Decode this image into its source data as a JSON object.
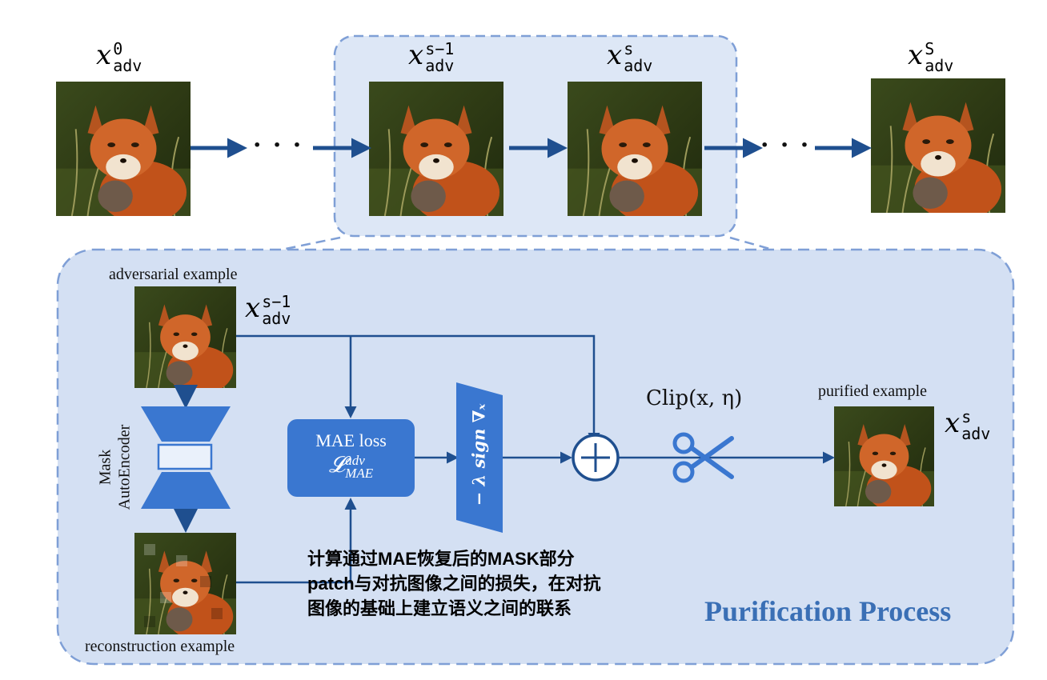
{
  "top_sequence": {
    "labels": [
      {
        "base": "x",
        "sup": "0",
        "sub": "adv"
      },
      {
        "base": "x",
        "sup": "s−1",
        "sub": "adv"
      },
      {
        "base": "x",
        "sup": "s",
        "sub": "adv"
      },
      {
        "base": "x",
        "sup": "S",
        "sub": "adv"
      }
    ],
    "ellipsis": "· · ·"
  },
  "process": {
    "title": "Purification Process",
    "adversarial_caption": "adversarial example",
    "reconstruction_caption": "reconstruction example",
    "purified_caption": "purified example",
    "input_label": {
      "base": "x",
      "sup": "s−1",
      "sub": "adv"
    },
    "output_label": {
      "base": "x",
      "sup": "s",
      "sub": "adv"
    },
    "autoencoder_line1": "Mask",
    "autoencoder_line2": "AutoEncoder",
    "mae_box_line1": "MAE loss",
    "mae_box_symbol": "𝓛",
    "mae_box_sup": "adv",
    "mae_box_sub": "MAE",
    "gradient_label": "− λ sign ∇ₓ",
    "clip_label": "Clip(x, η)",
    "plus_symbol": "+",
    "annotation_line1": "计算通过MAE恢复后的MASK部分",
    "annotation_line2": "patch与对抗图像之间的损失，在对抗",
    "annotation_line3": "图像的基础上建立语义之间的联系"
  },
  "colors": {
    "panel_fill": "#d4e0f3",
    "top_panel_fill": "#dde7f6",
    "dash": "#7f9fd6",
    "arrow": "#1f4f8f",
    "block": "#3a77d0",
    "title": "#3a6fb5"
  }
}
